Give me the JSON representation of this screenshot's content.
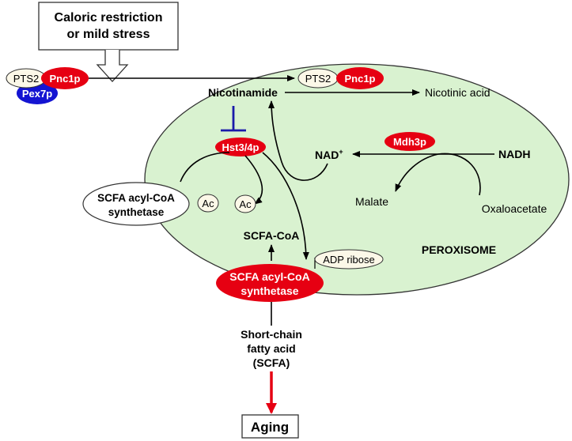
{
  "stress_box": {
    "line1": "Caloric restriction",
    "line2": "or mild stress"
  },
  "cyto_pts2": "PTS2",
  "cyto_pnc1p": "Pnc1p",
  "cyto_pex7p": "Pex7p",
  "perox_pts2": "PTS2",
  "perox_pnc1p": "Pnc1p",
  "nicotinamide": "Nicotinamide",
  "nicotinic_acid": "Nicotinic acid",
  "hst": "Hst3/4p",
  "mdh3p": "Mdh3p",
  "nad": "NAD",
  "nad_sup": "+",
  "nadh": "NADH",
  "malate": "Malate",
  "oxaloacetate": "Oxaloacetate",
  "acyl_outer": {
    "line1": "SCFA acyl-CoA",
    "line2": "synthetase"
  },
  "ac_outer": "Ac",
  "ac_inner": "Ac",
  "scfa_coa": "SCFA-CoA",
  "adp_ribose": "ADP ribose",
  "peroxisome": "PEROXISOME",
  "acyl_main": {
    "line1": "SCFA acyl-CoA",
    "line2": "synthetase"
  },
  "scfa": {
    "line1": "Short-chain",
    "line2": "fatty acid",
    "line3": "(SCFA)"
  },
  "aging": "Aging",
  "colors": {
    "peroxisome_fill": "#d9f2d0",
    "red": "#e60012",
    "blue": "#1414d2",
    "cream": "#fcf8e8",
    "inhibit": "#1a1aaa"
  }
}
